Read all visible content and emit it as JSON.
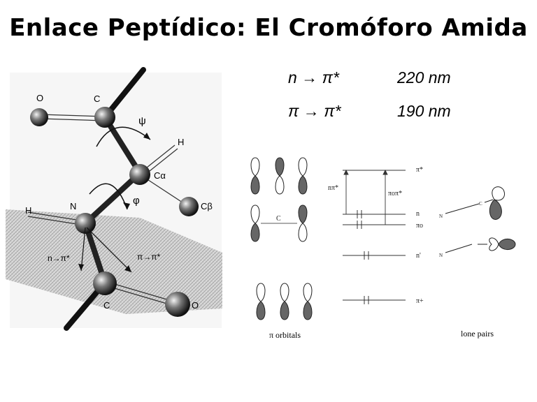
{
  "title": "Enlace Peptídico: El Cromóforo Amida",
  "transitions": [
    {
      "label": "n → π*",
      "wavelength": "220 nm"
    },
    {
      "label": "π → π*",
      "wavelength": "190 nm"
    }
  ],
  "structure_labels": {
    "o_top": "O",
    "c_top": "C",
    "psi": "ψ",
    "h_top": "H",
    "c_alpha": "Cα",
    "n": "N",
    "h_n": "H",
    "phi": "φ",
    "c_beta": "Cβ",
    "n_pi": "n→π*",
    "pi_pi": "π→π*",
    "c_bottom": "C",
    "o_bottom": "O"
  },
  "mo_labels": {
    "pi_star": "π*",
    "n": "n",
    "pi_o": "πo",
    "n_prime": "n'",
    "pi_plus": "π+",
    "n_pi_star": "nπ*",
    "pi_o_pi_star": "πoπ*"
  },
  "orbital_atom_labels": {
    "c1": "C",
    "n1": "N",
    "c2": "C",
    "n2": "N"
  },
  "captions": {
    "pi_orbitals": "π orbitals",
    "lone_pairs": "lone pairs"
  }
}
